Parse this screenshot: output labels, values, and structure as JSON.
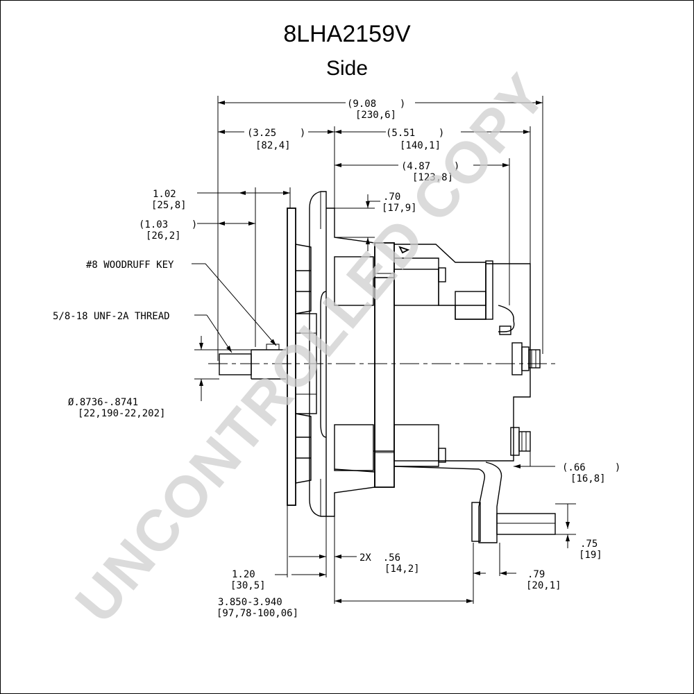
{
  "title": "8LHA2159V",
  "view": "Side",
  "watermark": "UNCONTROLLED COPY",
  "dimensions": {
    "overall": {
      "in": "(9.08    )",
      "mm": "[230,6]"
    },
    "front": {
      "in": "(3.25    )",
      "mm": "[82,4]"
    },
    "rear": {
      "in": "(5.51    )",
      "mm": "[140,1]"
    },
    "body": {
      "in": "(4.87    )",
      "mm": "[123,8]"
    },
    "hub_length": {
      "in": "1.02",
      "mm": "[25,8]"
    },
    "shaft_to_key": {
      "in": "(1.03    )",
      "mm": "[26,2]"
    },
    "flange_offset": {
      "in": ".70",
      "mm": "[17,9]"
    },
    "terminal": {
      "in": "(.66     )",
      "mm": "[16,8]"
    },
    "mount_dia": {
      "in": ".75",
      "mm": "[19]"
    },
    "front_mount": {
      "in": "1.20",
      "mm": "[30,5]"
    },
    "ear_width": {
      "in": "2X  .56",
      "mm": "[14,2]"
    },
    "rear_ear": {
      "in": ".79",
      "mm": "[20,1]"
    },
    "mount_span": {
      "in": "3.850-3.940",
      "mm": "[97,78-100,06]"
    }
  },
  "callouts": {
    "key": "#8 WOODRUFF KEY",
    "thread": "5/8-18 UNF-2A THREAD",
    "shaft_dia": "Ø.8736-.8741",
    "shaft_dia_mm": "[22,190-22,202]"
  }
}
